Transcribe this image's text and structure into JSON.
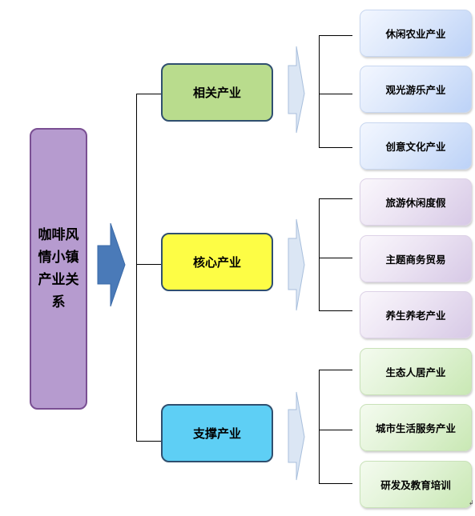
{
  "root": {
    "label": "咖啡风情小镇产业关系"
  },
  "branches": [
    {
      "label": "相关产业",
      "color": "#b9dc8d",
      "items": [
        "休闲农业产业",
        "观光游乐产业",
        "创意文化产业"
      ]
    },
    {
      "label": "核心产业",
      "color": "#fdfd45",
      "items": [
        "旅游休闲度假",
        "主题商务贸易",
        "养生养老产业"
      ]
    },
    {
      "label": "支撑产业",
      "color": "#5ecff5",
      "items": [
        "生态人居产业",
        "城市生活服务产业",
        "研发及教育培训"
      ]
    }
  ],
  "colors": {
    "root_fill": "#b69bcf",
    "big_arrow": "#4a7ab8",
    "small_arrow": "#dbe6f4",
    "connector": "#000000"
  },
  "icons": {
    "big_arrow": "right-arrow-icon",
    "small_arrow": "right-arrow-icon"
  }
}
